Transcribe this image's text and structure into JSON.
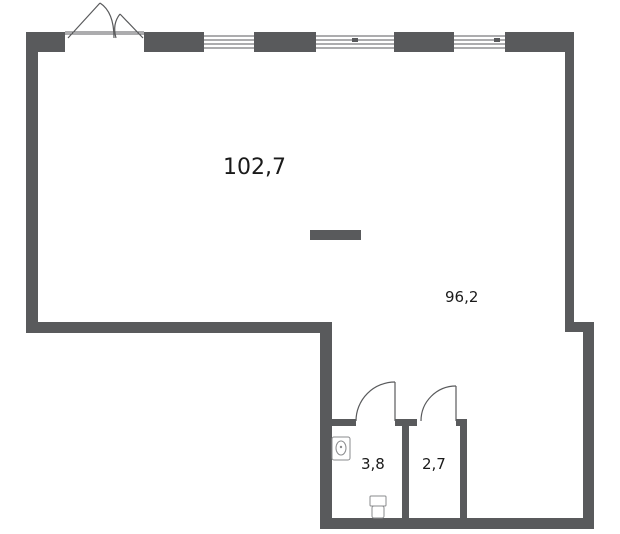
{
  "floor_plan": {
    "total_area": "102,7",
    "rooms": [
      {
        "id": "main-hall",
        "area": "96,2"
      },
      {
        "id": "bathroom",
        "area": "3,8"
      },
      {
        "id": "storage",
        "area": "2,7"
      }
    ],
    "wall_color": "#595a5c"
  }
}
